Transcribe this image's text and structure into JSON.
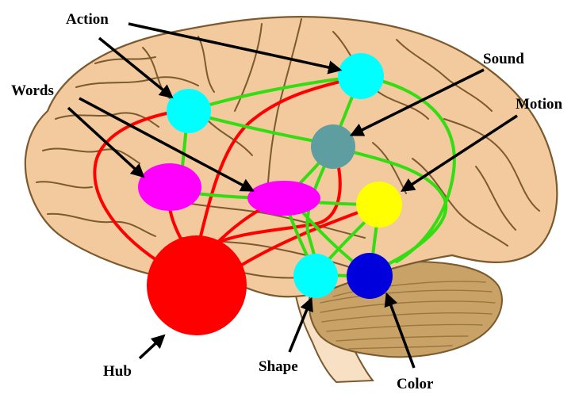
{
  "labels": {
    "action": "Action",
    "sound": "Sound",
    "words": "Words",
    "motion": "Motion",
    "hub": "Hub",
    "shape": "Shape",
    "color": "Color"
  },
  "colors": {
    "brain_fill": "#f3c99e",
    "brain_outline": "#7a5a2e",
    "cerebellum_fill": "#c9a267",
    "brainstem_fill": "#f7e0c4",
    "hub_links": "#ff0000",
    "modality_links": "#33dd11",
    "action_node": "#00ffff",
    "sound_node": "#5f9ea0",
    "words_node": "#ff00ff",
    "motion_node": "#ffff00",
    "shape_node": "#00ffff",
    "color_node": "#0000dd",
    "hub_node": "#ff0000"
  }
}
